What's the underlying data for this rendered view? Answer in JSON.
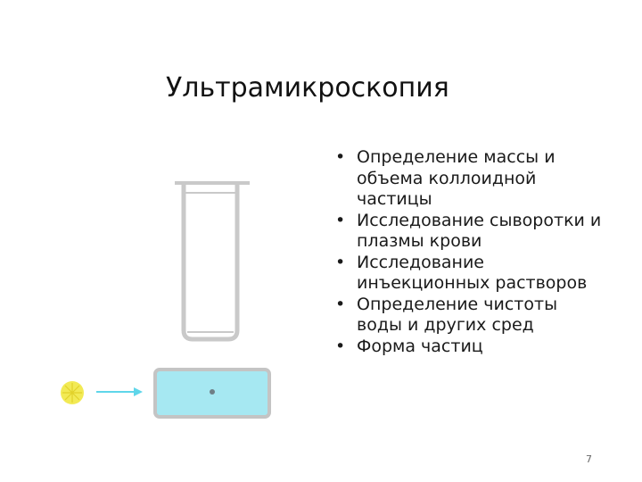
{
  "slide": {
    "title": "Ультрамикроскопия",
    "bullets": [
      "Определение массы и объема коллоидной частицы",
      "Исследование сыворотки и плазмы крови",
      "Исследование инъекционных растворов",
      "Определение чистоты воды и других сред",
      "Форма частиц"
    ],
    "bullet_glyph": "•",
    "page_number": "7"
  },
  "illustration": {
    "tube_color": "#c9c9c9",
    "cell_fill": "#a6e8f2",
    "cell_border": "#c4c4c4",
    "light_color": "#f2ea55",
    "arrow_color": "#5fd6ea",
    "icons": [
      "test-tube-icon",
      "cuvette-icon",
      "light-source-icon",
      "light-beam-arrow-icon",
      "particle-dot-icon"
    ]
  }
}
